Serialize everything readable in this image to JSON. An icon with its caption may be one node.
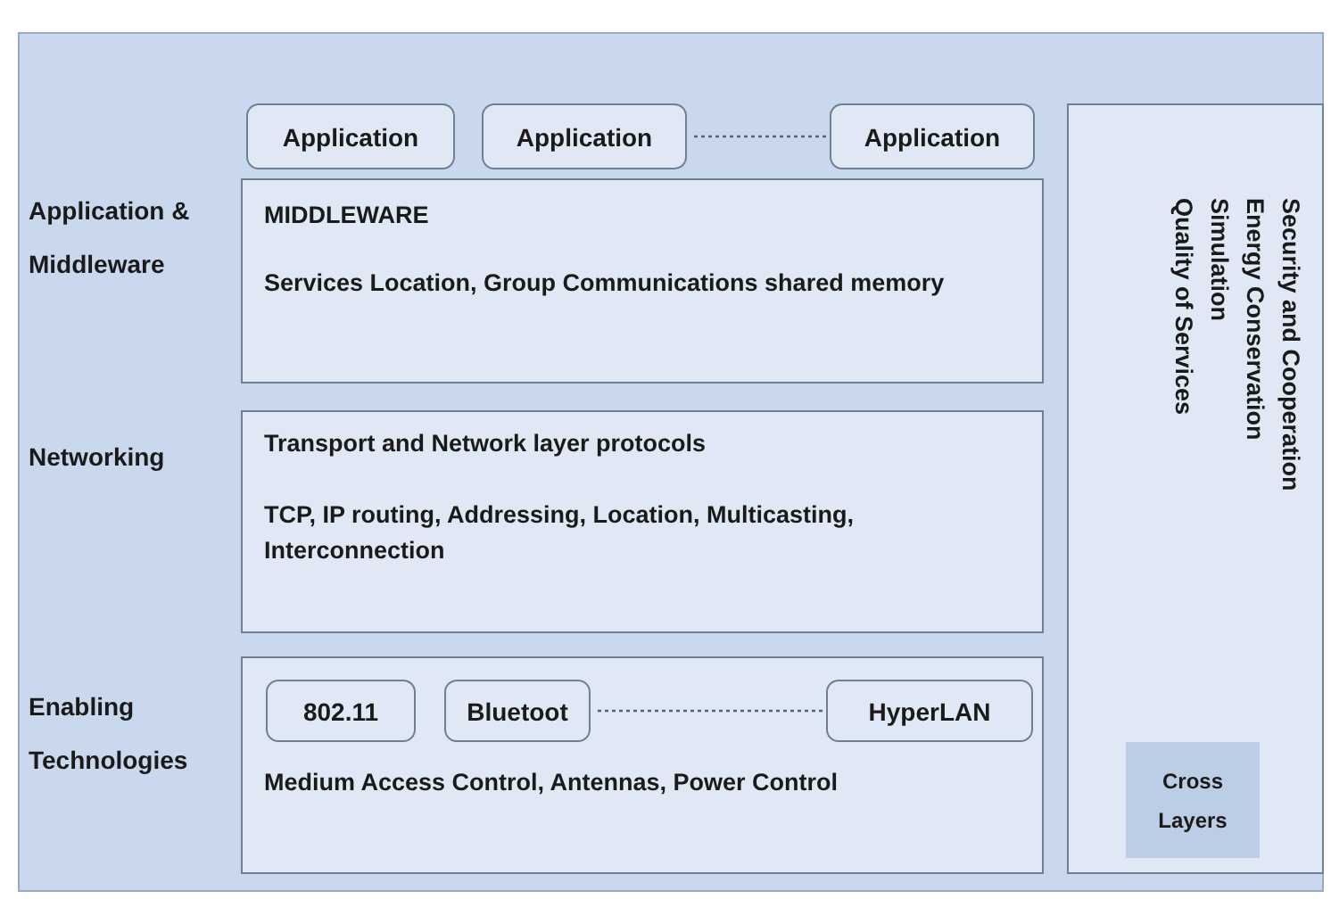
{
  "diagram": {
    "nodes": [
      {
        "text": [
          "Application"
        ]
      },
      {
        "text": [
          "Application"
        ]
      },
      {
        "text": [
          "Application"
        ]
      },
      {
        "text": [
          "MIDDLEWARE",
          "Services Location, Group Communications shared memory"
        ],
        "beside": [
          "Application & Middleware"
        ]
      },
      {
        "text": [
          "Transport and Network layer protocols",
          "TCP, IP routing, Addressing, Location, Multicasting, Interconnection"
        ],
        "beside": [
          "Networking"
        ]
      },
      {
        "text": [
          "Medium Access Control, Antennas, Power Control"
        ],
        "beside": [
          "Enabling Technologies"
        ]
      },
      {
        "text": [
          "802.11"
        ],
        "in": 5
      },
      {
        "text": [
          "Bluetoot"
        ],
        "in": 5
      },
      {
        "text": [
          "HyperLAN"
        ],
        "in": 5
      },
      {
        "text": [
          "Security and Cooperation",
          "Energy Conservation",
          "Simulation",
          "Quality of Services"
        ]
      },
      {
        "text": [
          "Cross Layers"
        ],
        "in": 9
      }
    ],
    "edges": [
      {
        "from": 1,
        "to": 2,
        "arrow": "none",
        "style": "dashed"
      },
      {
        "from": 7,
        "to": 8,
        "arrow": "none",
        "style": "dashed"
      }
    ]
  }
}
